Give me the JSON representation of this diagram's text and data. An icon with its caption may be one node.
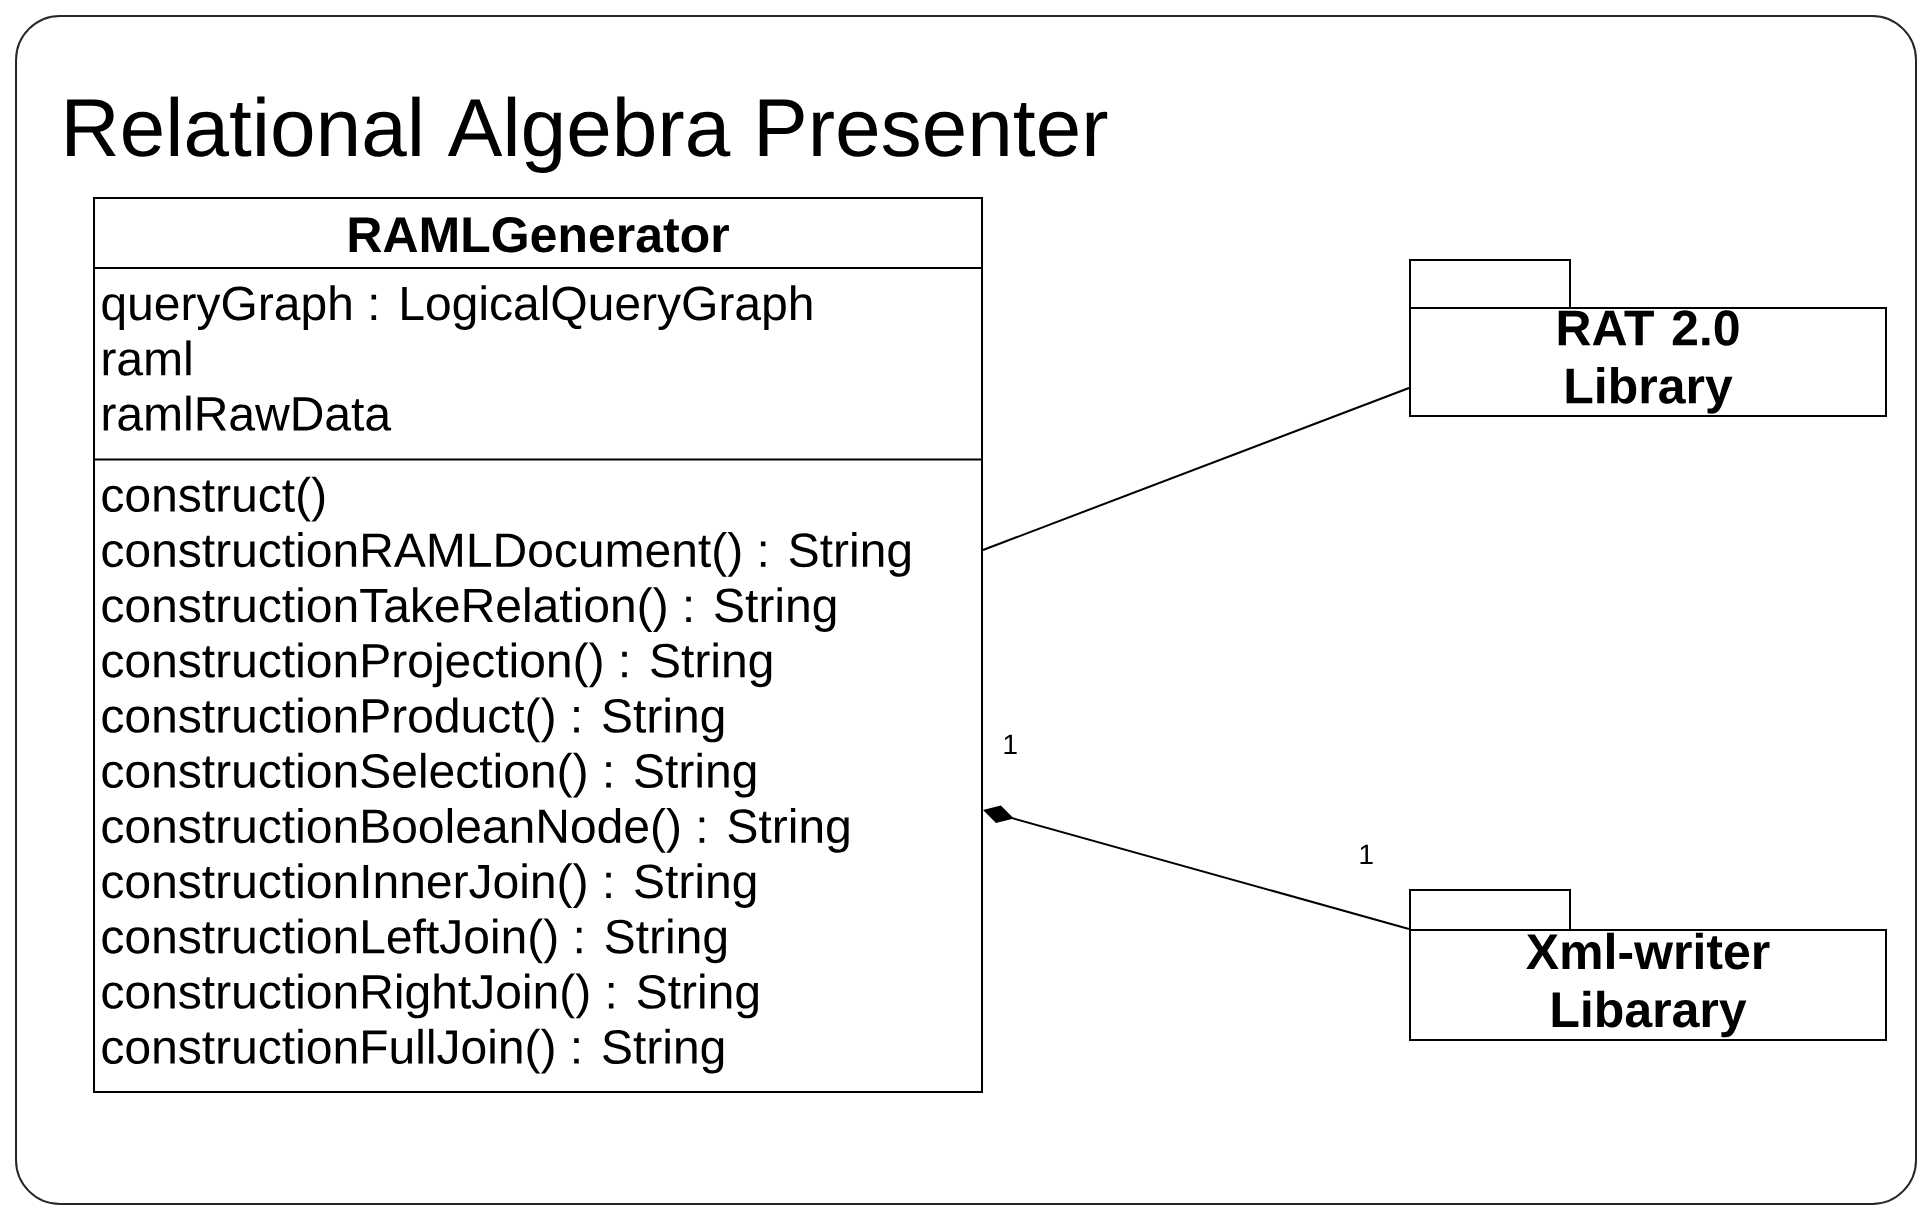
{
  "diagram": {
    "nodes": [
      {
        "text": [
          "Relational Algebra Presenter"
        ]
      },
      {
        "text": [
          "RAMLGenerator",
          "queryGraph : LogicalQueryGraph",
          "raml",
          "ramlRawData",
          "construct()",
          "constructionRAMLDocument() : String",
          "constructionTakeRelation() : String",
          "constructionProjection() : String",
          "constructionProduct() : String",
          "constructionSelection() : String",
          "constructionBooleanNode() : String",
          "constructionInnerJoin() : String",
          "constructionLeftJoin() : String",
          "constructionRightJoin() : String",
          "constructionFullJoin() : String"
        ],
        "in": 0
      },
      {
        "text": [
          "RAT 2.0 Library"
        ],
        "in": 0
      },
      {
        "text": [
          "Xml-writer Libarary"
        ],
        "in": 0
      }
    ],
    "edges": [
      {
        "from": 1,
        "to": 2,
        "arrow": "none"
      },
      {
        "from": 1,
        "to": 3,
        "arrow": "other"
      }
    ],
    "labels": [
      "1",
      "1"
    ]
  }
}
